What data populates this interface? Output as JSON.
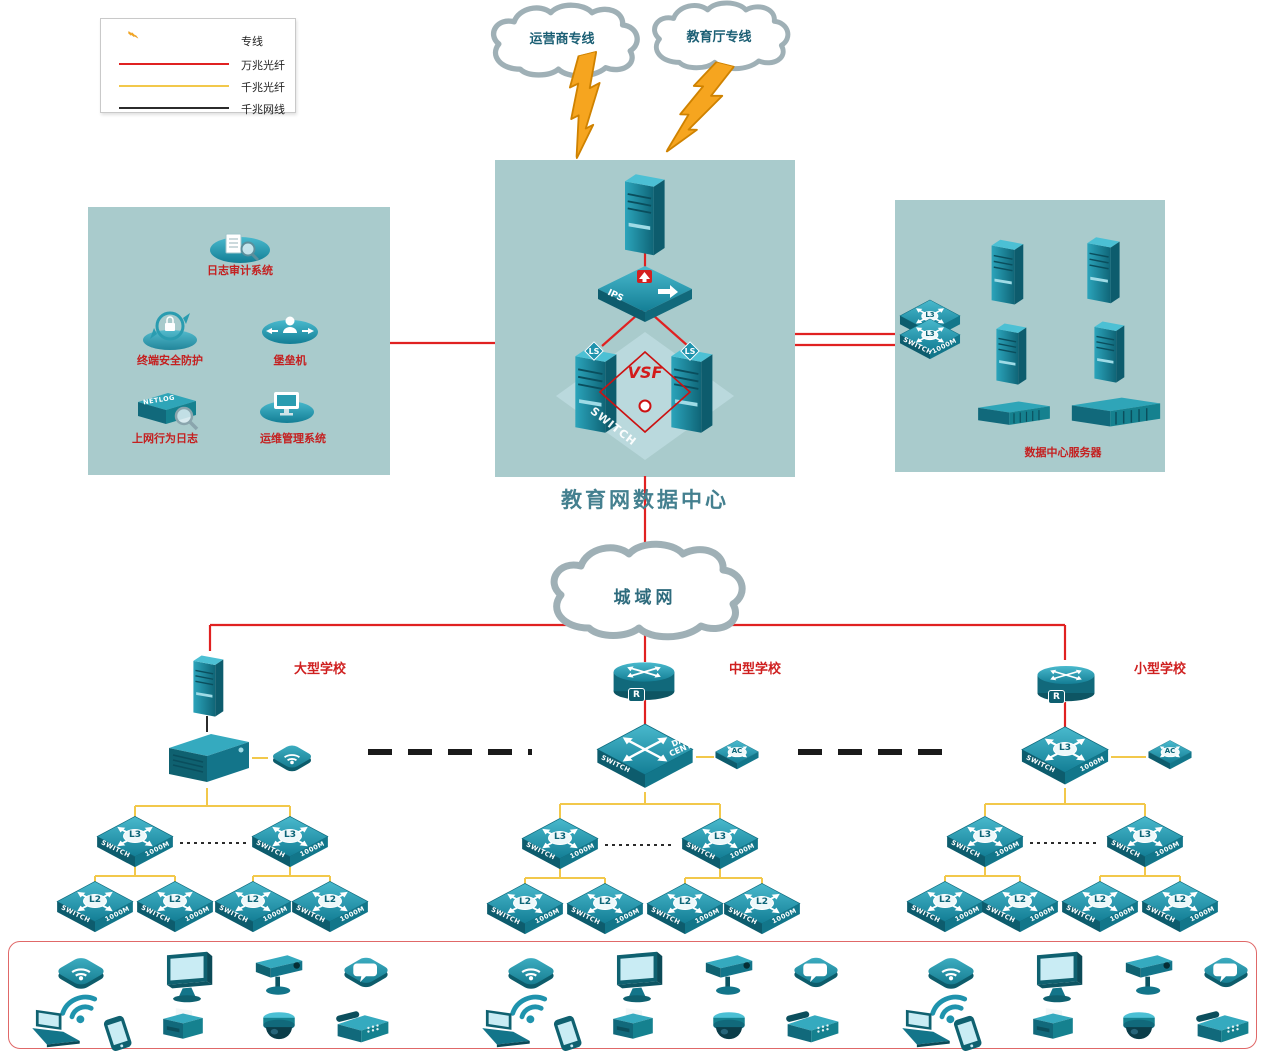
{
  "legend": {
    "items": [
      {
        "label": "专线"
      },
      {
        "label": "万兆光纤",
        "color": "#e02121"
      },
      {
        "label": "千兆光纤",
        "color": "#f2c84b"
      },
      {
        "label": "千兆网线",
        "color": "#2b2b2b"
      }
    ]
  },
  "clouds": {
    "carrier": "运营商专线",
    "education": "教育厅专线",
    "metro": "城域网"
  },
  "datacenter": {
    "title": "教育网数据中心",
    "vsf": "VSF",
    "ips": "IPS",
    "switch_bg": "SWITCH",
    "ls": "LS"
  },
  "security": {
    "log_audit": "日志审计系统",
    "terminal_protect": "终端安全防护",
    "bastion": "堡垒机",
    "netlog": "NETLOG",
    "behavior_log": "上网行为日志",
    "ops": "运维管理系统"
  },
  "servers": {
    "title": "数据中心服务器"
  },
  "schools": {
    "large": "大型学校",
    "medium": "中型学校",
    "small": "小型学校"
  },
  "devices": {
    "l3": "L3",
    "l2": "L2",
    "ac": "AC",
    "r": "R",
    "switch": "SWITCH",
    "speed": "1000M",
    "dc1": "DATA",
    "dc2": "CENTER"
  },
  "colors": {
    "device_teal": "#1f93ad",
    "panel_teal": "#a9cbcc",
    "line_red": "#e02121",
    "line_yellow": "#f2c84b",
    "line_black": "#2b2b2b",
    "label_red": "#c42020"
  }
}
